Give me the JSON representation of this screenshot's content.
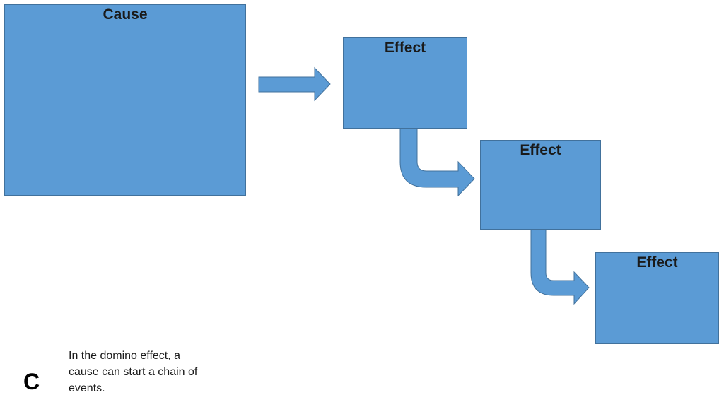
{
  "diagram": {
    "fill_color": "#5b9bd5",
    "stroke_color": "#41719c",
    "cause_box": {
      "label": "Cause"
    },
    "effect_boxes": [
      {
        "label": "Effect"
      },
      {
        "label": "Effect"
      },
      {
        "label": "Effect"
      }
    ]
  },
  "footer": {
    "letter": "C",
    "caption": "In the domino effect, a cause can start a chain of events."
  }
}
